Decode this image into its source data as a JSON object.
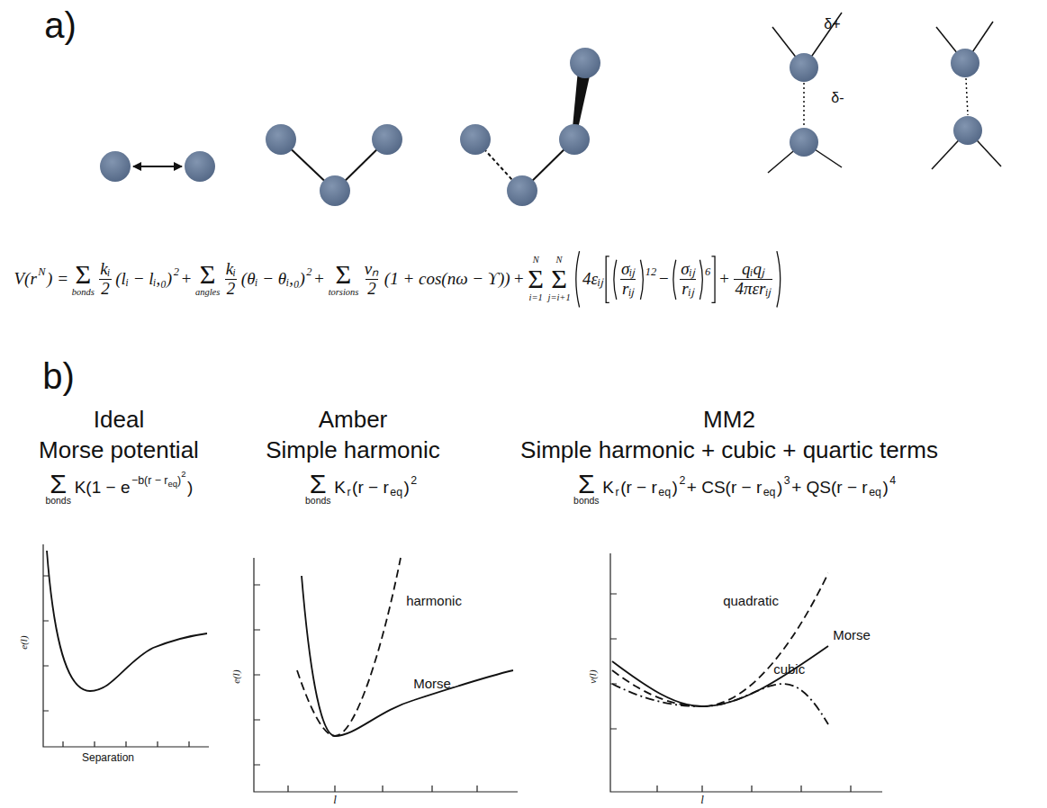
{
  "diagram": {
    "labels": [
      "a)",
      "δ+",
      "δ-",
      "V(r",
      "N",
      ") =",
      "Σ",
      "bonds",
      "kᵢ",
      "2",
      "(lᵢ − lᵢ,₀)",
      "2",
      "+",
      "Σ",
      "angles",
      "kᵢ",
      "2",
      "(θᵢ − θᵢ,₀)",
      "2",
      "+",
      "Σ",
      "torsions",
      "vₙ",
      "2",
      "(1 + cos(nω − ϒ))",
      "+",
      "N",
      "Σ",
      "i=1",
      "N",
      "Σ",
      "j=i+1",
      "4εᵢⱼ",
      "σᵢⱼ",
      "rᵢⱼ",
      "12",
      "−",
      "σᵢⱼ",
      "rᵢⱼ",
      "6",
      "+",
      "qᵢqⱼ",
      "4πεrᵢⱼ",
      "b)",
      "Ideal",
      "Morse potential",
      "Amber",
      "Simple harmonic",
      "MM2",
      "Simple harmonic + cubic + quartic terms",
      "Σ",
      "bonds",
      "K(1 − e",
      "−b(r − r",
      "eq",
      ")",
      "2",
      ")",
      "Σ",
      "bonds",
      "K",
      "r",
      "(r − r",
      "eq",
      ")",
      "2",
      "Σ",
      "bonds",
      "K",
      "r",
      "(r − r",
      "eq",
      ")",
      "2",
      "+ CS(r − r",
      "eq",
      ")",
      "3",
      "+ QS(r − r",
      "eq",
      ")",
      "4",
      "e(l)",
      "Separation",
      "harmonic",
      "Morse",
      "e(l)",
      "l",
      "quadratic",
      "Morse",
      "cubic",
      "v(l)",
      "l"
    ]
  }
}
